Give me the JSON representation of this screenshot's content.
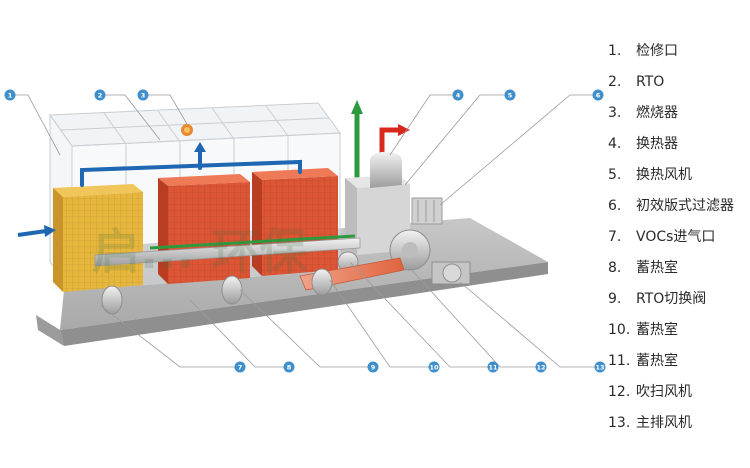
{
  "legend": {
    "items": [
      {
        "num": "1.",
        "label": "检修口"
      },
      {
        "num": "2.",
        "label": "RTO"
      },
      {
        "num": "3.",
        "label": "燃烧器"
      },
      {
        "num": "4.",
        "label": "换热器"
      },
      {
        "num": "5.",
        "label": "换热风机"
      },
      {
        "num": "6.",
        "label": "初效版式过滤器"
      },
      {
        "num": "7.",
        "label": "VOCs进气口"
      },
      {
        "num": "8.",
        "label": "蓄热室"
      },
      {
        "num": "9.",
        "label": "RTO切换阀"
      },
      {
        "num": "10.",
        "label": "蓄热室"
      },
      {
        "num": "11.",
        "label": "蓄热室"
      },
      {
        "num": "12.",
        "label": "吹扫风机"
      },
      {
        "num": "13.",
        "label": "主排风机"
      }
    ]
  },
  "markers": {
    "m1": "1",
    "m2": "2",
    "m3": "3",
    "m4": "4",
    "m5": "5",
    "m6": "6",
    "m7": "7",
    "m8": "8",
    "m9": "9",
    "m10": "10",
    "m11": "11",
    "m12": "12",
    "m13": "13"
  },
  "colors": {
    "marker": "#3f8fcc",
    "leader": "#9a9a9a",
    "base": "#b4b4b4",
    "chamber_yellow": "#e7b63c",
    "chamber_red": "#dc5534",
    "inflow_arrow": "#1f67b3",
    "outflow_arrow": "#d8281e",
    "fresh_arrow": "#2e9a3e"
  },
  "watermark": "启... 环保"
}
